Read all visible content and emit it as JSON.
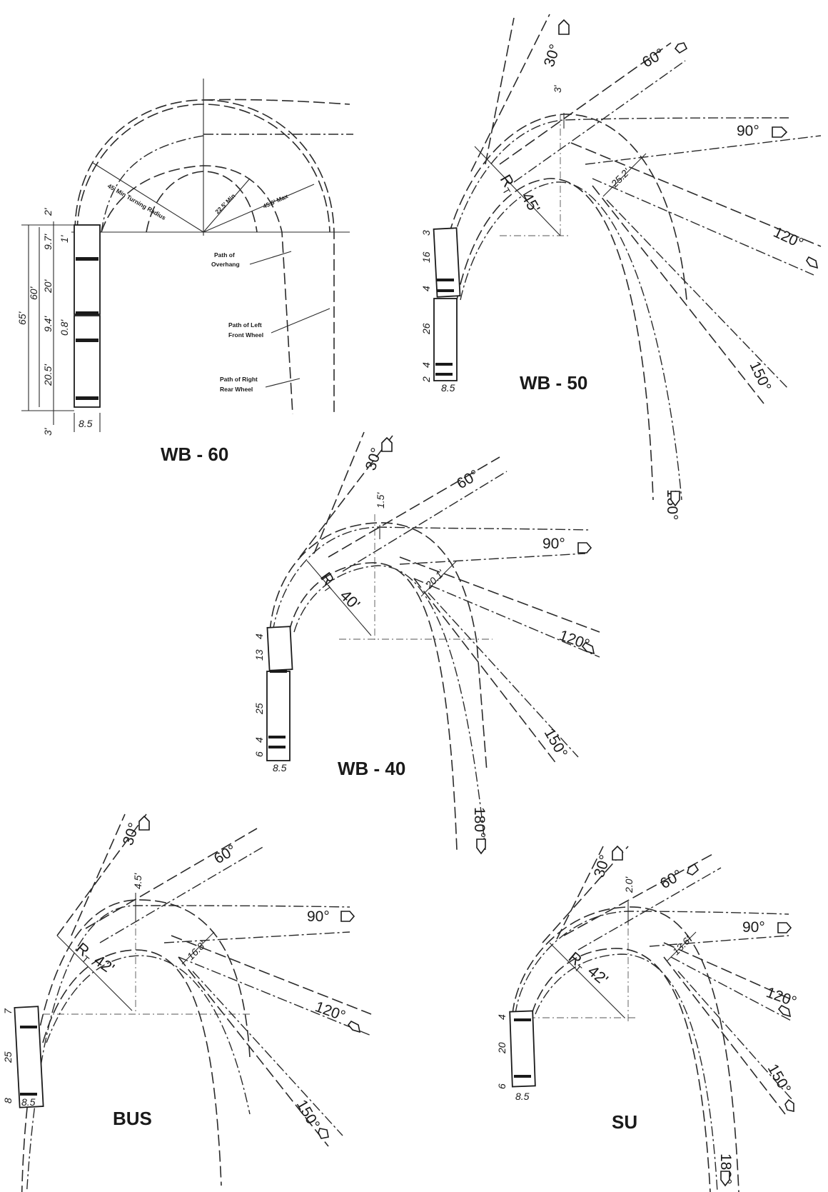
{
  "figures": {
    "wb60": {
      "title": "WB - 60",
      "radius_label": "45' Min Turning Radius",
      "inner_radius_label": "22.5' Min",
      "outer_radius_label": "45.6' Max",
      "note_overhang": [
        "Path of",
        "Overhang"
      ],
      "note_left_front": [
        "Path of Left",
        "Front Wheel"
      ],
      "note_right_rear": [
        "Path of Right",
        "Rear Wheel"
      ],
      "dims_left": [
        "2'",
        "9.7'",
        "20'",
        "9.4'",
        "20.5'",
        "3'"
      ],
      "dims_small": [
        "1'",
        "0.8'"
      ],
      "overall": [
        "65'",
        "60'"
      ],
      "width": "8.5"
    },
    "wb50": {
      "title": "WB - 50",
      "radius": "45'",
      "offset": "3'",
      "spread": "25.2'",
      "angles": [
        "30°",
        "60°",
        "90°",
        "120°",
        "150°",
        "180°"
      ],
      "dims": [
        "3",
        "16",
        "4",
        "26",
        "4",
        "2"
      ],
      "width": "8.5"
    },
    "wb40": {
      "title": "WB - 40",
      "radius": "40'",
      "offset": "1.5'",
      "spread": "20.1'",
      "angles": [
        "30°",
        "60°",
        "90°",
        "120°",
        "150°",
        "180°"
      ],
      "dims": [
        "4",
        "13",
        "25",
        "4",
        "6"
      ],
      "width": "8.5"
    },
    "bus": {
      "title": "BUS",
      "radius": "42'",
      "offset": "4.5'",
      "spread": "16.8'",
      "angles": [
        "30°",
        "60°",
        "90°",
        "120°",
        "150°"
      ],
      "dims": [
        "7",
        "25",
        "8"
      ],
      "width": "8.5"
    },
    "su": {
      "title": "SU",
      "radius": "42'",
      "offset": "2.0'",
      "spread": "13.6'",
      "angles": [
        "30°",
        "60°",
        "90°",
        "120°",
        "150°",
        "180°"
      ],
      "dims": [
        "4",
        "20",
        "6"
      ],
      "width": "8.5"
    },
    "radius_symbol": "R",
    "radius_subscript": "T"
  }
}
